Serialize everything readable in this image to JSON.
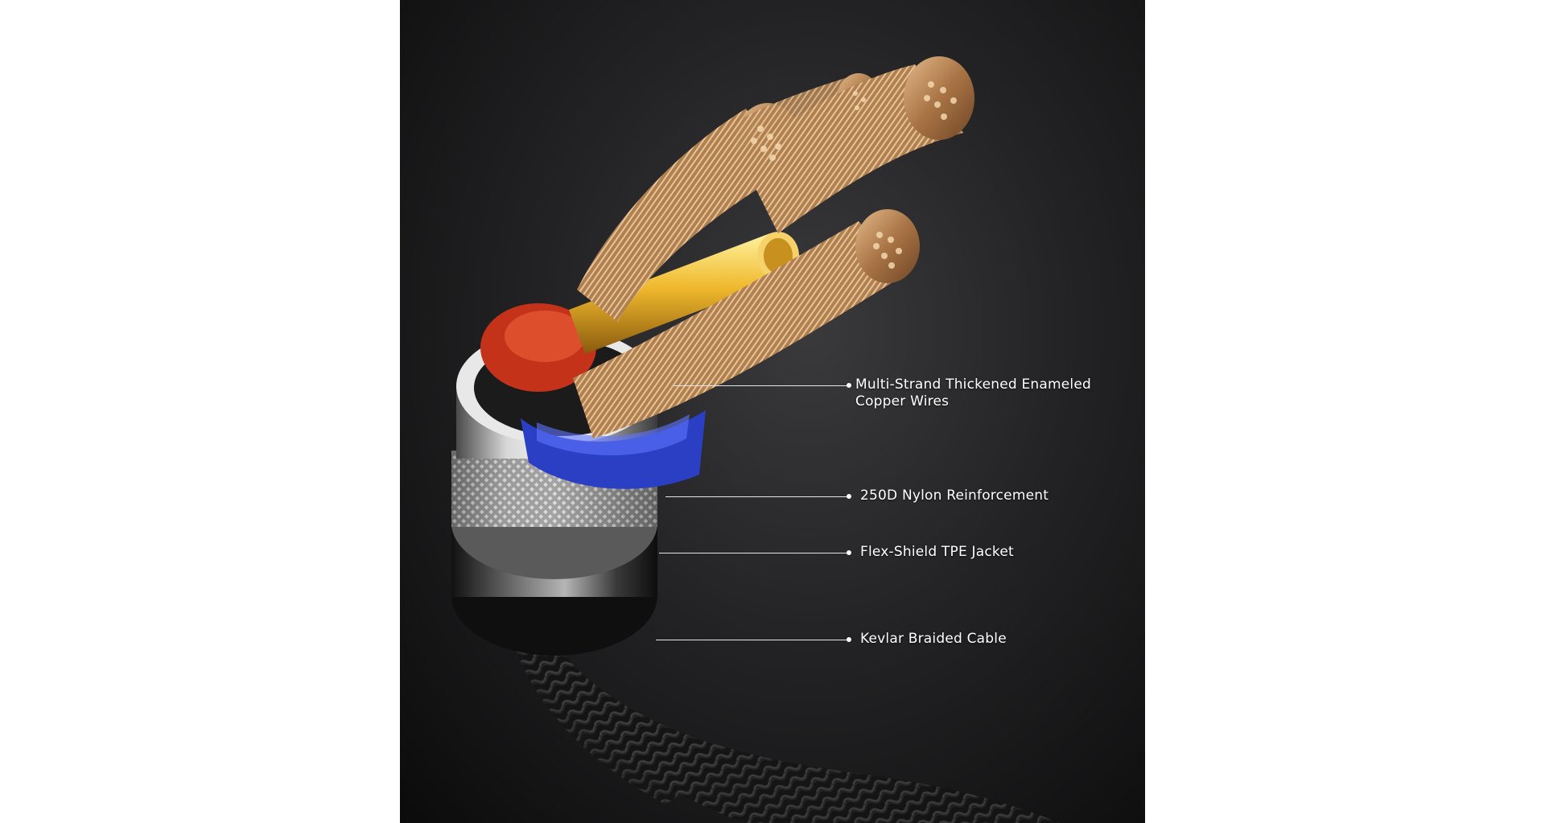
{
  "labels": {
    "copper_line1": "Multi-Strand Thickened Enameled",
    "copper_line2": "Copper Wires",
    "nylon": "250D Nylon Reinforcement",
    "tpe": "Flex-Shield TPE Jacket",
    "kevlar": "Kevlar Braided Cable"
  },
  "colors": {
    "copper": "#c9965e",
    "gold": "#f2c23a",
    "red_insulation": "#c4321a",
    "blue_insulation": "#2b3fc4",
    "silver": "#c9c9c9",
    "braid": "#1c1c1c"
  }
}
